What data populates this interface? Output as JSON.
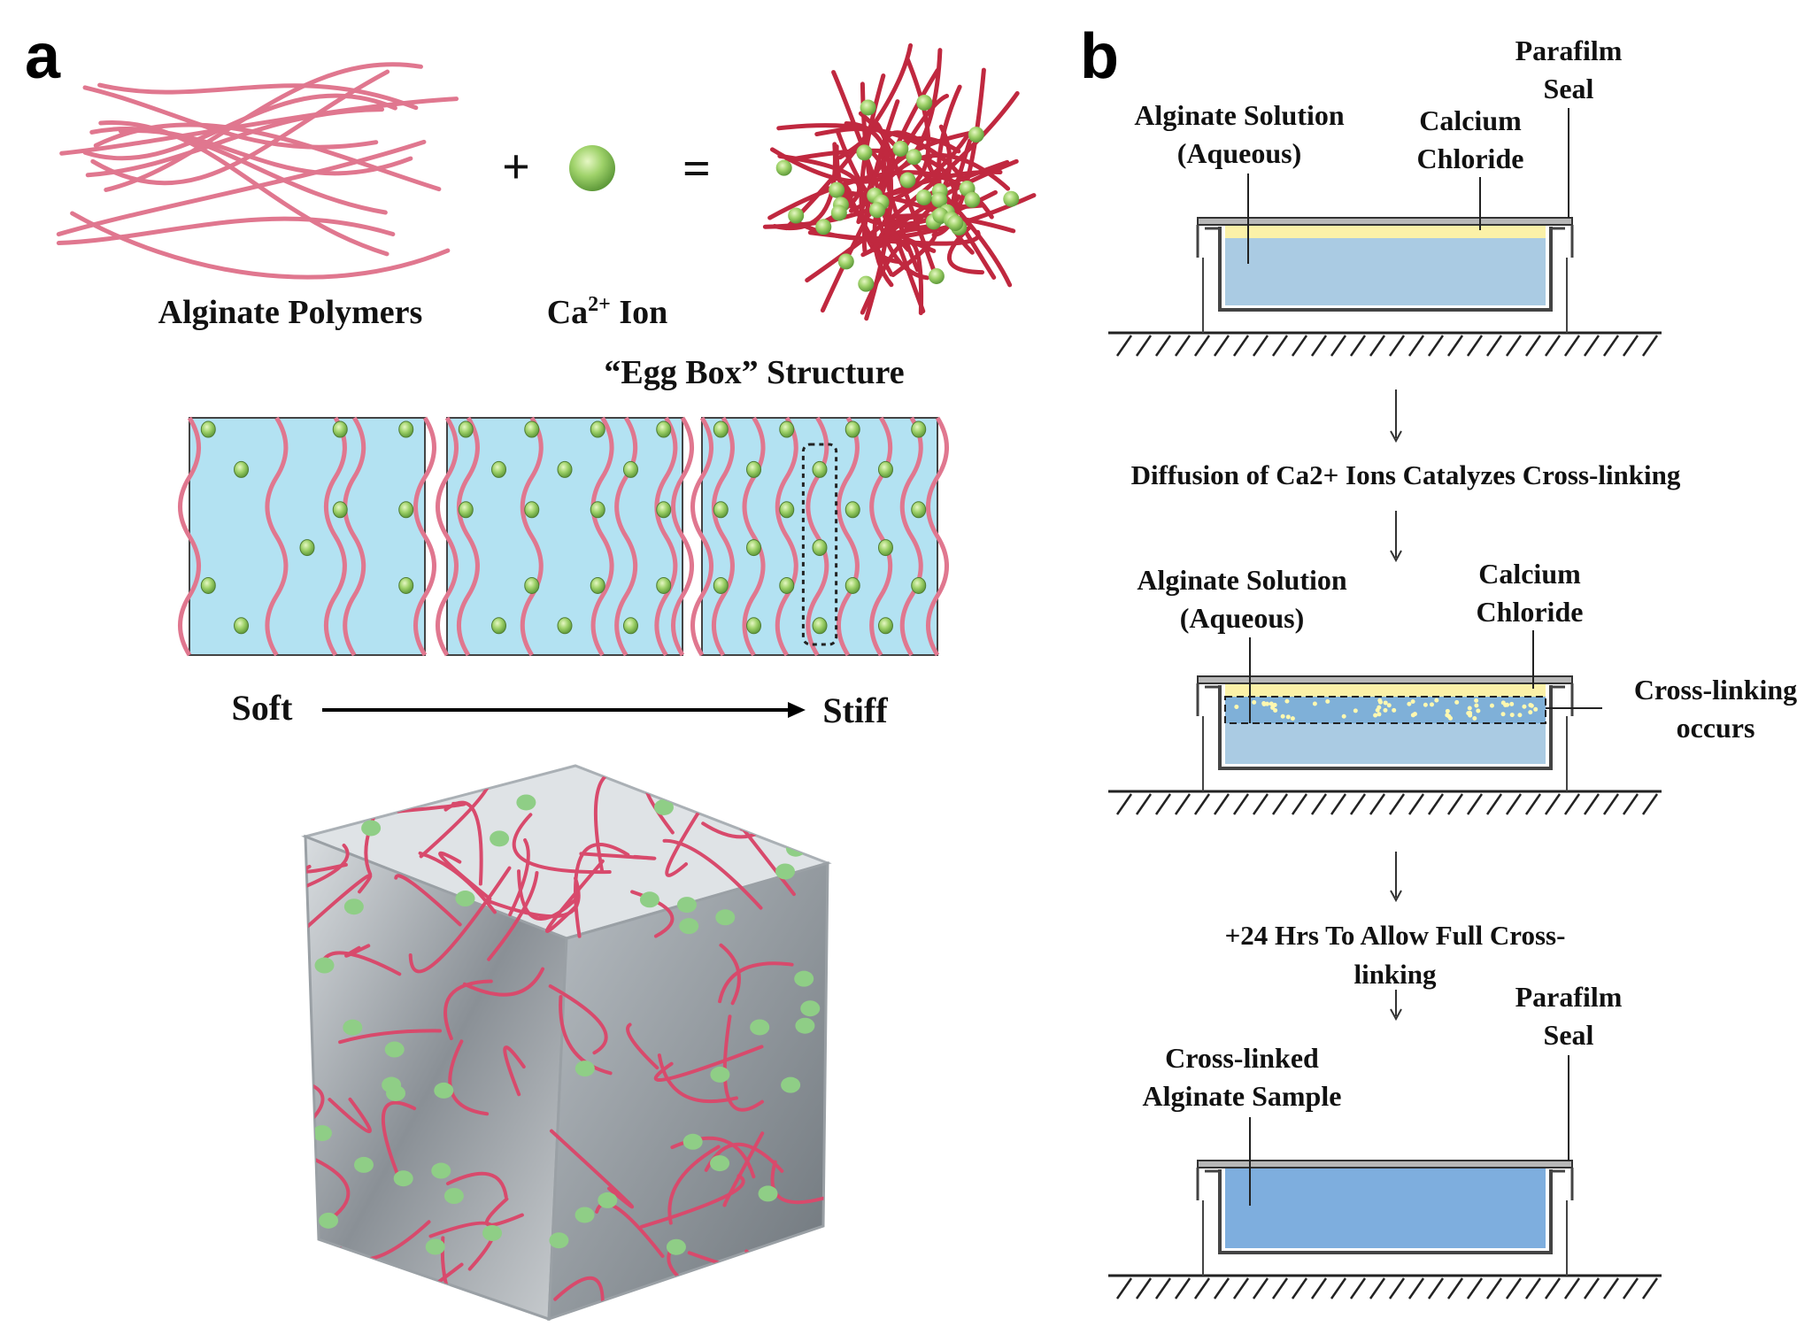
{
  "panel_a": {
    "letter": "a",
    "alginate_label": "Alginate Polymers",
    "ion_label_main": "Ca",
    "ion_label_sup": "2+",
    "ion_label_tail": " Ion",
    "plus": "+",
    "equals": "=",
    "egg_box_label": "“Egg Box” Structure",
    "soft_label": "Soft",
    "stiff_label": "Stiff"
  },
  "panel_b": {
    "letter": "b",
    "step1": {
      "parafilm_line1": "Parafilm",
      "parafilm_line2": "Seal",
      "alginate_line1": "Alginate Solution",
      "alginate_line2": "(Aqueous)",
      "calcium_line1": "Calcium",
      "calcium_line2": "Chloride"
    },
    "diffusion_text": "Diffusion of Ca2+ Ions Catalyzes Cross-linking",
    "step2": {
      "alginate_line1": "Alginate Solution",
      "alginate_line2": "(Aqueous)",
      "calcium_line1": "Calcium",
      "calcium_line2": "Chloride",
      "crosslink_line1": "Cross-linking",
      "crosslink_line2": "occurs"
    },
    "wait_line1": "+24 Hrs To Allow Full Cross-",
    "wait_line2": "linking",
    "step3": {
      "parafilm_line1": "Parafilm",
      "parafilm_line2": "Seal",
      "sample_line1": "Cross-linked",
      "sample_line2": "Alginate Sample"
    }
  },
  "colors": {
    "polymer": "#e0778f",
    "network": "#c0283f",
    "ion": "#9fd26a",
    "water": "#b3e2f2",
    "solution": "#aacbe3",
    "calcium": "#fbf1a8",
    "sample": "#7eaede"
  }
}
